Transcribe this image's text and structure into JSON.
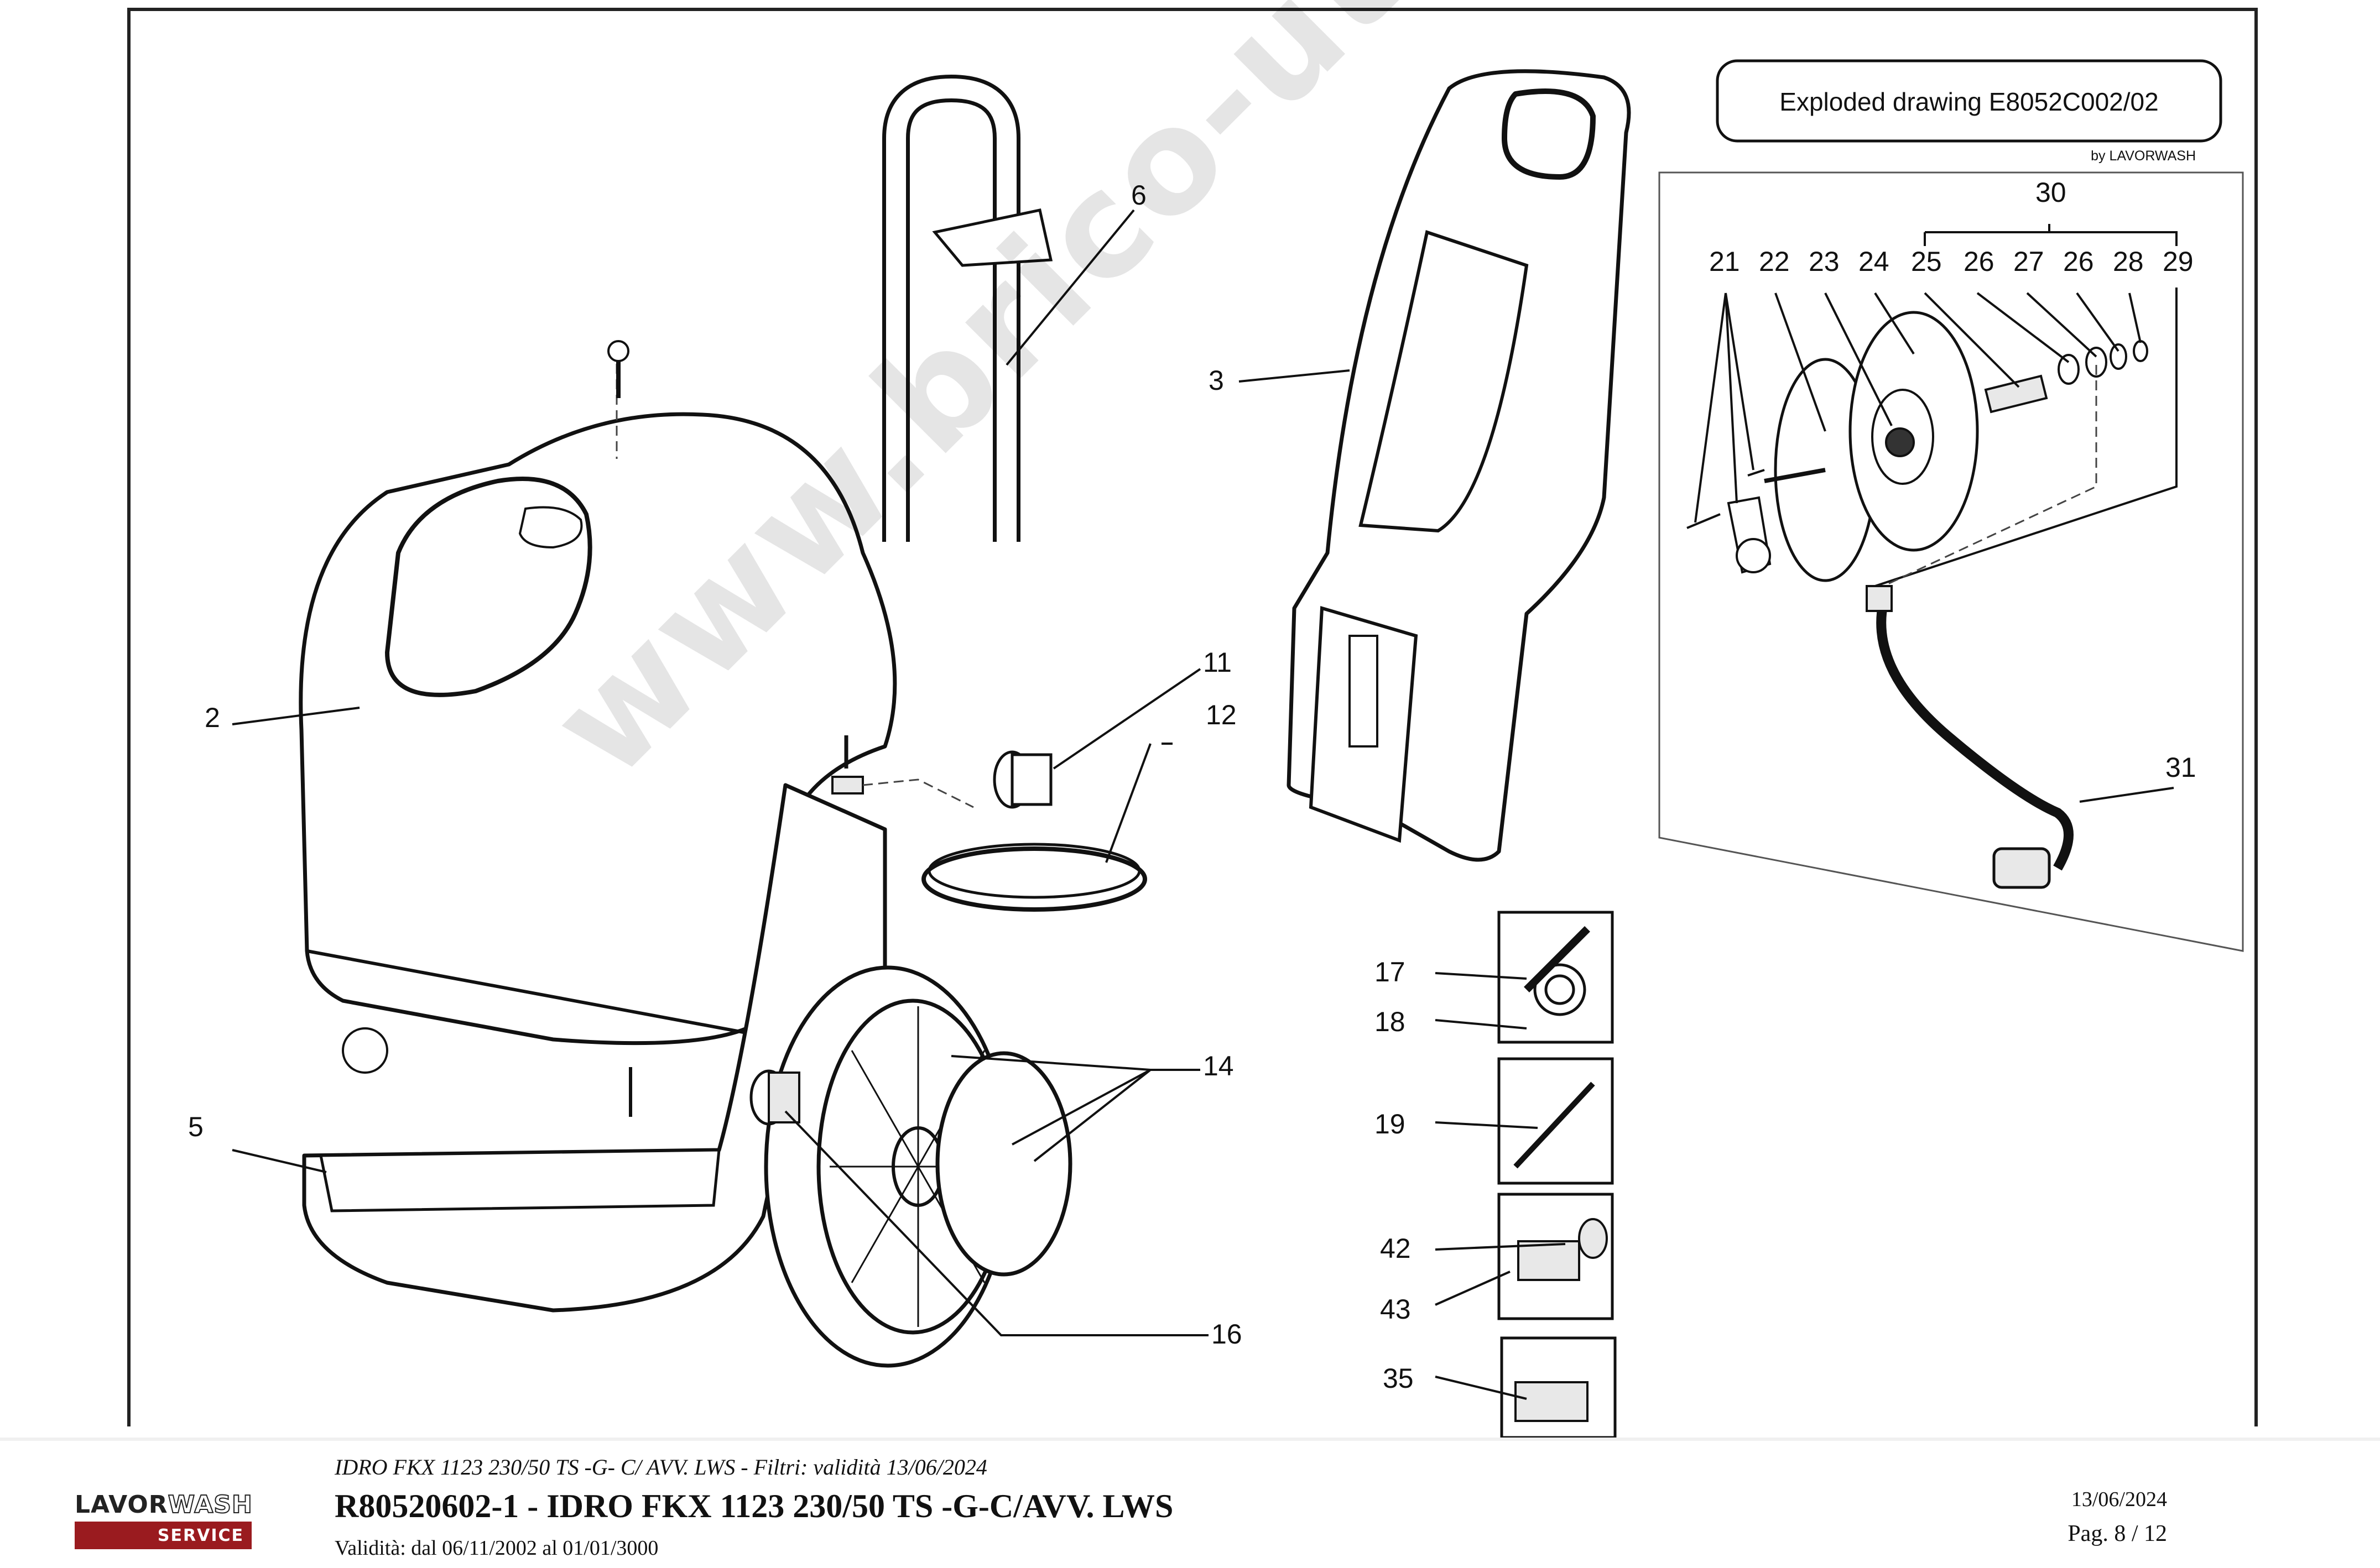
{
  "drawing": {
    "title": "Exploded drawing E8052C002/02",
    "by": "by LAVORWASH",
    "part_labels": {
      "p2": "2",
      "p3": "3",
      "p5": "5",
      "p6": "6",
      "p11": "11",
      "p12": "12",
      "p14": "14",
      "p16": "16",
      "p17": "17",
      "p18": "18",
      "p19": "19",
      "p21": "21",
      "p22": "22",
      "p23": "23",
      "p24": "24",
      "p25": "25",
      "p26a": "26",
      "p27": "27",
      "p26b": "26",
      "p28": "28",
      "p29": "29",
      "p30": "30",
      "p31": "31",
      "p35": "35",
      "p42": "42",
      "p43": "43"
    },
    "watermark": "www.brico-utensili.com"
  },
  "footer": {
    "subtitle": "IDRO FKX 1123 230/50 TS -G- C/ AVV. LWS - Filtri: validità 13/06/2024",
    "title": "R80520602-1 - IDRO FKX 1123 230/50 TS -G-C/AVV. LWS",
    "validity": "Validità: dal 06/11/2002 al 01/01/3000",
    "date": "13/06/2024",
    "page": "Pag. 8 / 12",
    "logo_brand_a": "LAVOR",
    "logo_brand_b": "WASH",
    "logo_service": "SERVICE"
  }
}
